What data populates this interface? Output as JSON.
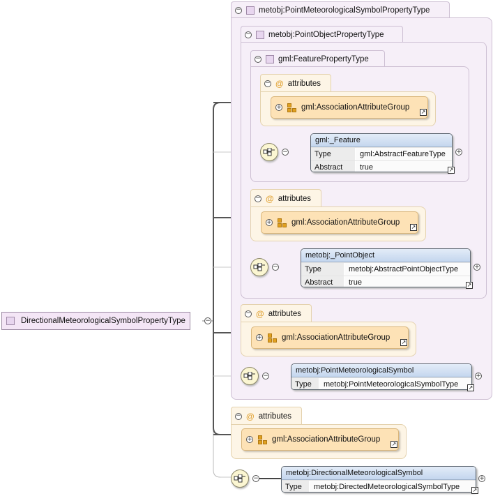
{
  "root": {
    "label": "DirectionalMeteorologicalSymbolPropertyType"
  },
  "outer_type": {
    "label": "metobj:PointMeteorologicalSymbolPropertyType"
  },
  "mid_type": {
    "label": "metobj:PointObjectPropertyType"
  },
  "inner_type": {
    "label": "gml:FeaturePropertyType"
  },
  "attr_tab_label": "attributes",
  "attr_group_label": "gml:AssociationAttributeGroup",
  "row_keys": {
    "type": "Type",
    "abstract": "Abstract"
  },
  "elements": {
    "feature": {
      "name": "gml:_Feature",
      "type": "gml:AbstractFeatureType",
      "abstract": "true"
    },
    "point_object": {
      "name": "metobj:_PointObject",
      "type": "metobj:AbstractPointObjectType",
      "abstract": "true"
    },
    "point_symbol": {
      "name": "metobj:PointMeteorologicalSymbol",
      "type": "metobj:PointMeteorologicalSymbolType"
    },
    "directional_symbol": {
      "name": "metobj:DirectionalMeteorologicalSymbol",
      "type": "metobj:DirectedMeteorologicalSymbolType"
    }
  },
  "icons": {
    "collapse": "circle-minus-icon",
    "expand": "circle-plus-icon",
    "complex_type": "complex-type-icon",
    "attribute": "at-icon",
    "attribute_group": "attribute-group-icon",
    "reference": "reference-arrow-icon",
    "sequence": "sequence-icon"
  },
  "colors": {
    "complex_panel": "#f6eff8",
    "attr_panel": "#fdf5e6",
    "group_box": "#fde2b6",
    "element_header": "#c4d6ee",
    "sequence": "#fbf6d2"
  }
}
